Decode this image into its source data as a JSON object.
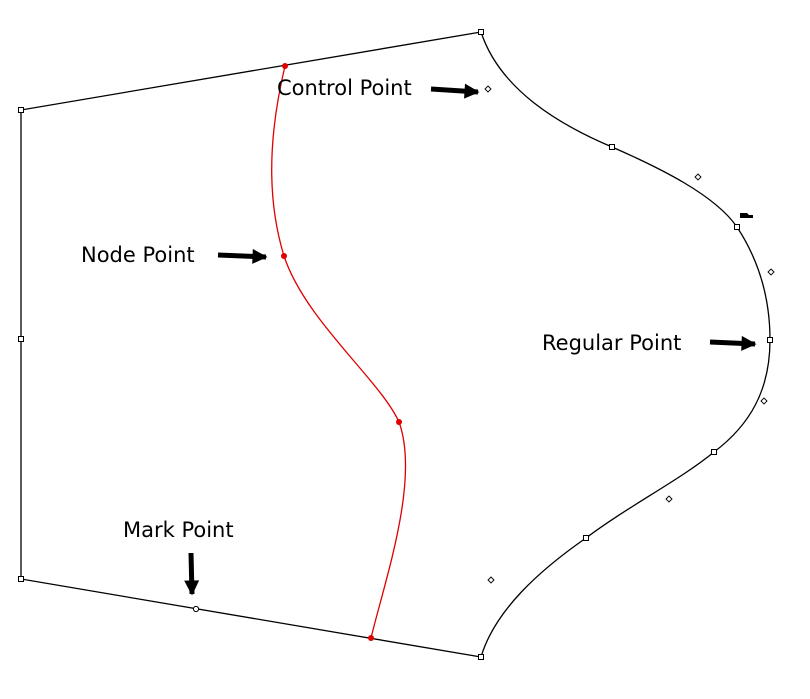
{
  "labels": {
    "control_point": "Control Point",
    "node_point": "Node Point",
    "regular_point": "Regular Point",
    "mark_point": "Mark Point"
  },
  "colors": {
    "outline": "#000000",
    "node_curve": "#e00000"
  }
}
